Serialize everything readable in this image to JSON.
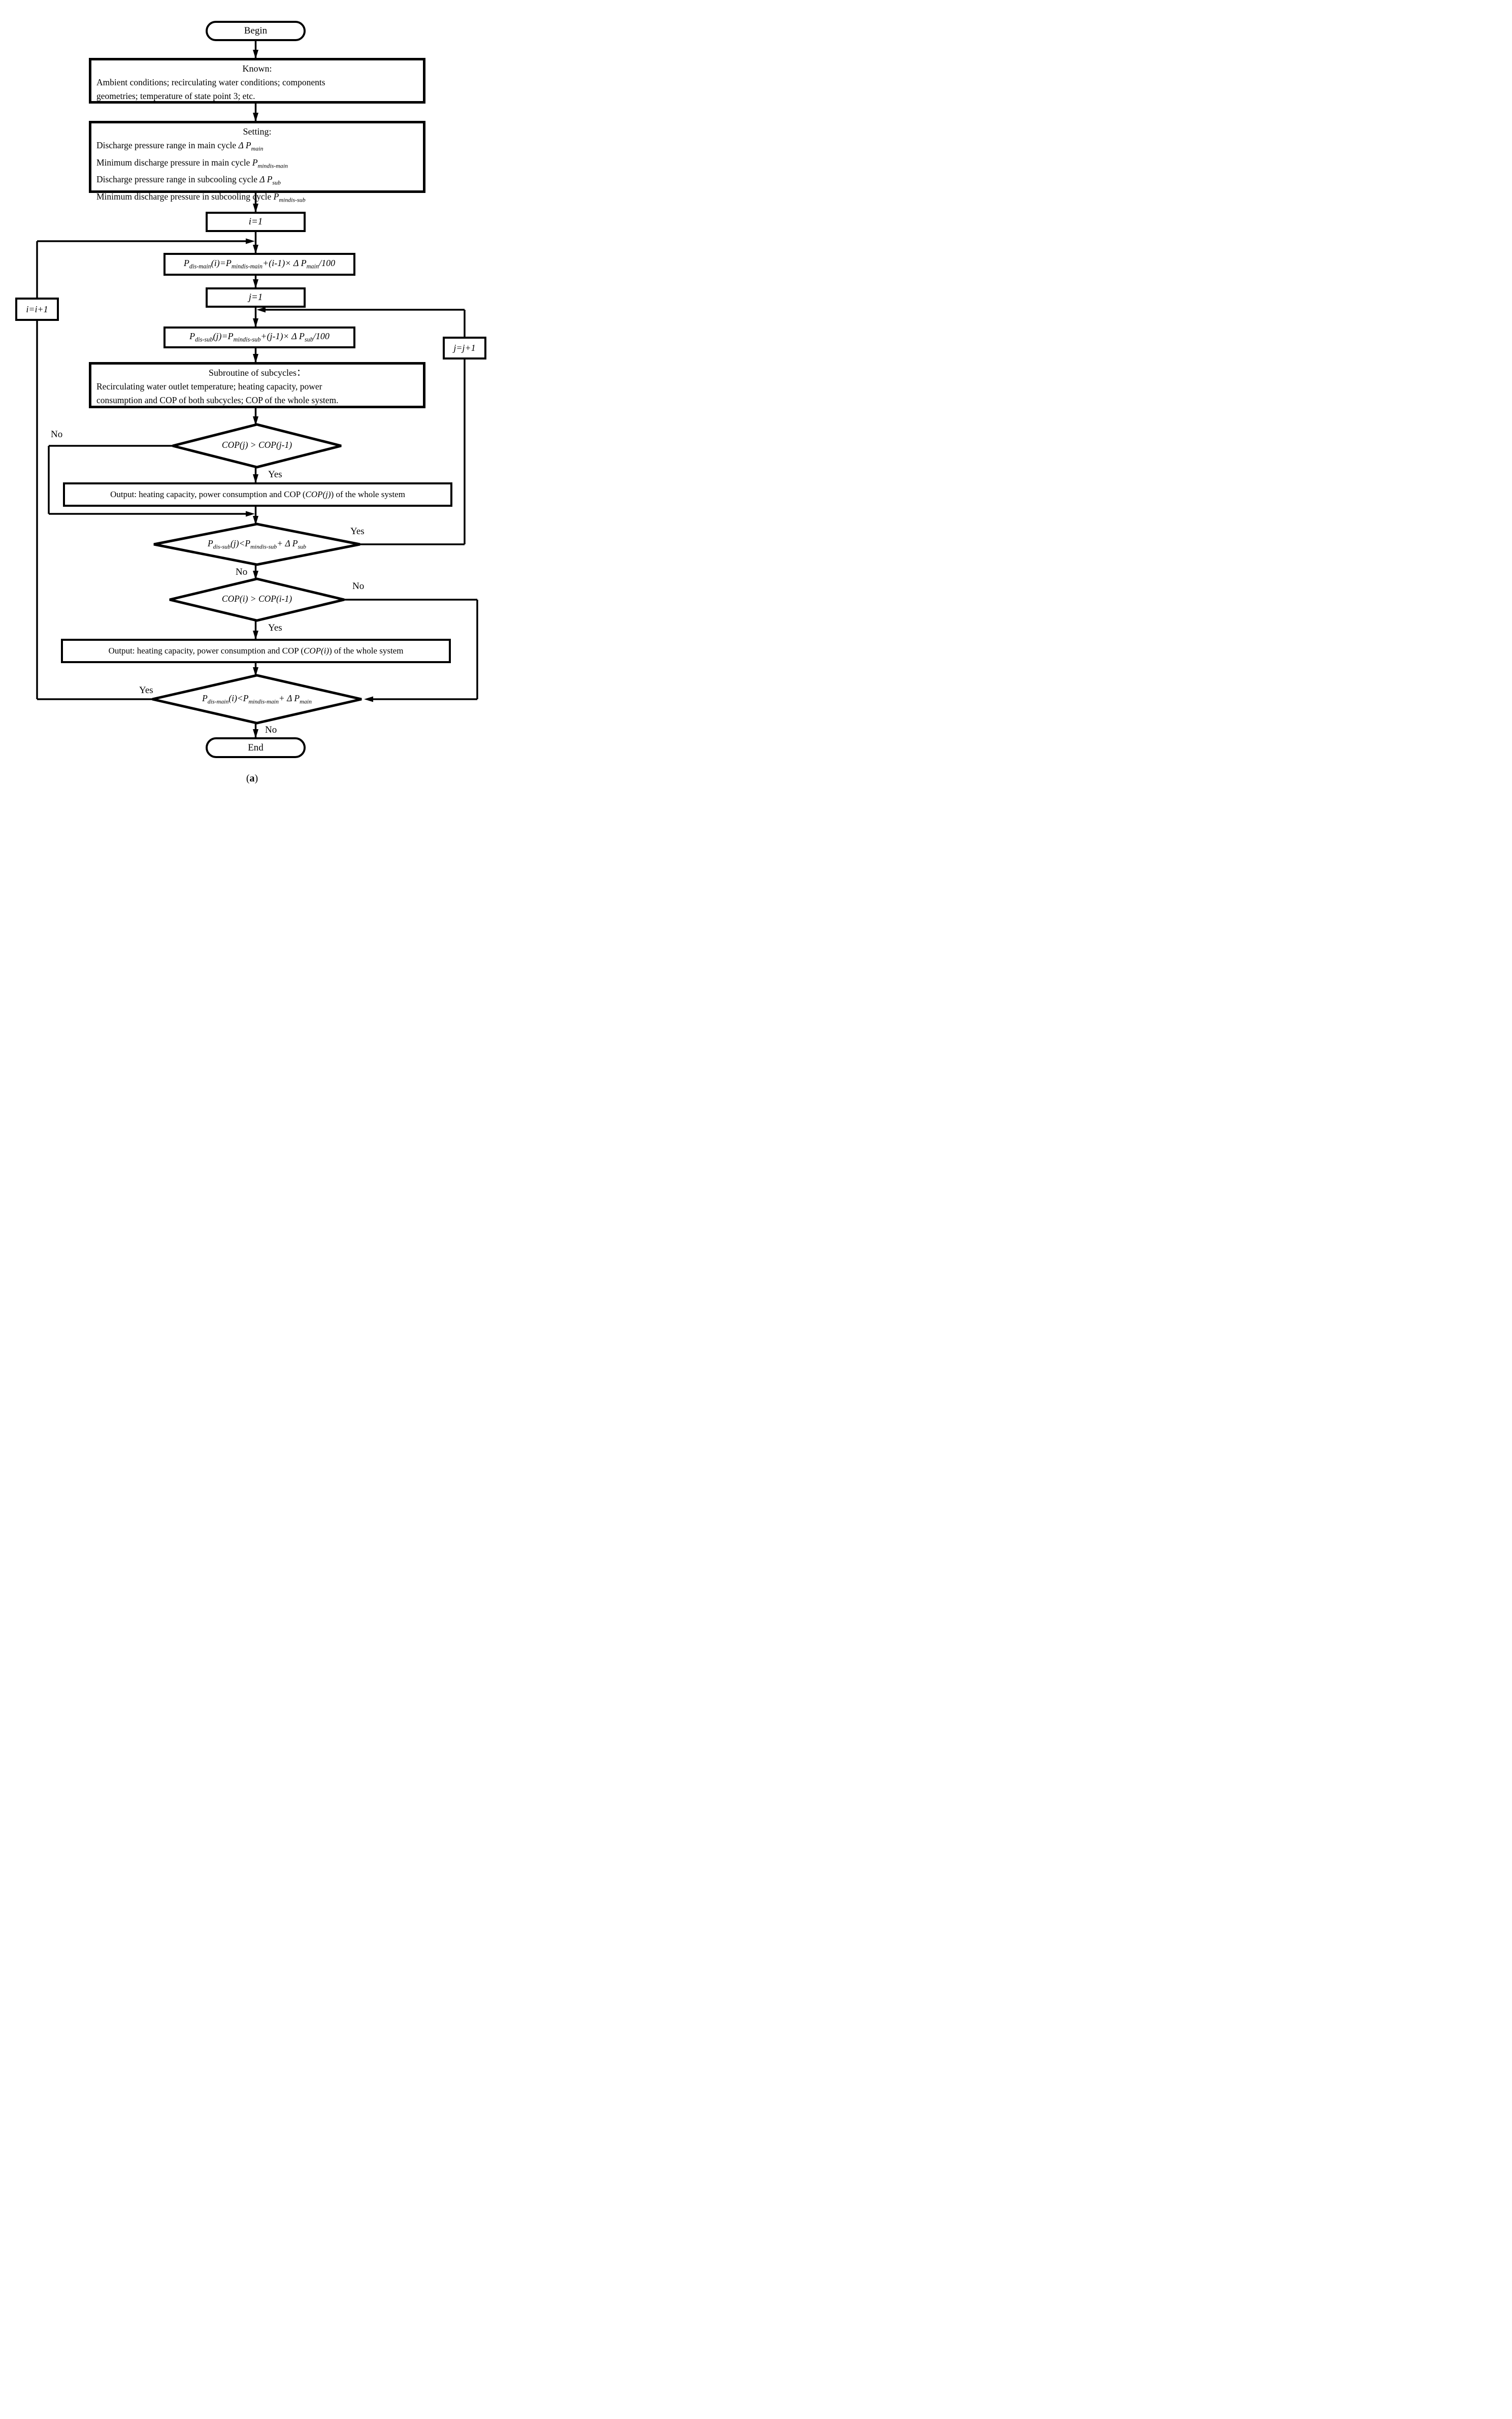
{
  "labels": {
    "yes": "Yes",
    "no": "No"
  },
  "caption": {
    "open": "(",
    "letter": "a",
    "close": ")"
  },
  "colors": {
    "stroke": "#000000",
    "background": "#ffffff"
  },
  "nodes": {
    "begin": "Begin",
    "end": "End",
    "known_title": "Known:",
    "known_line1": "Ambient conditions; recirculating water conditions;  components",
    "known_line2": "geometries; temperature of state point 3; etc.",
    "setting_title": "Setting:",
    "setting": [
      {
        "text": "Discharge pressure range in main cycle  ",
        "var": "Δ P",
        "sub": "main"
      },
      {
        "text": "Minimum discharge pressure in main cycle ",
        "var": "P",
        "sub": "mindis-main"
      },
      {
        "text": "Discharge pressure range in subcooling cycle  ",
        "var": "Δ P",
        "sub": "sub"
      },
      {
        "text": "Minimum discharge pressure in subcooling cycle ",
        "var": "P",
        "sub": "mindis-sub"
      }
    ],
    "i_init": "i=1",
    "j_init": "j=1",
    "i_inc": "i=i+1",
    "j_inc": "j=j+1",
    "p_main": [
      {
        "t": "P",
        "s": "dis-main"
      },
      {
        "t": "(i)=P",
        "s": "mindis-main"
      },
      {
        "t": "+(i-1)× Δ P",
        "s": "main"
      },
      {
        "t": "/100",
        "s": ""
      }
    ],
    "p_sub": [
      {
        "t": "P",
        "s": "dis-sub"
      },
      {
        "t": "(j)=P",
        "s": "mindis-sub"
      },
      {
        "t": "+(j-1)× Δ P",
        "s": "sub"
      },
      {
        "t": "/100",
        "s": ""
      }
    ],
    "subroutine_title": "Subroutine of subcycles：",
    "subroutine_line1": "Recirculating water outlet temperature; heating capacity, power",
    "subroutine_line2": "consumption and COP of both subcycles; COP of the whole system.",
    "d_copj": "COP(j) > COP(j-1)",
    "d_copi": "COP(i) > COP(i-1)",
    "d_psub": [
      {
        "t": "P",
        "s": "dis-sub"
      },
      {
        "t": "(j)<P",
        "s": "mindis-sub"
      },
      {
        "t": "+ Δ P",
        "s": "sub"
      }
    ],
    "d_pmain": [
      {
        "t": "P",
        "s": "dis-main"
      },
      {
        "t": "(i)<P",
        "s": "mindis-main"
      },
      {
        "t": "+ Δ P",
        "s": "main"
      }
    ],
    "output_j": {
      "pre": "Output: heating capacity, power consumption and COP (",
      "it": "COP(j)",
      "post": ") of the whole system"
    },
    "output_i": {
      "pre": "Output: heating capacity, power consumption and COP (",
      "it": "COP(i)",
      "post": ") of the whole system"
    }
  }
}
